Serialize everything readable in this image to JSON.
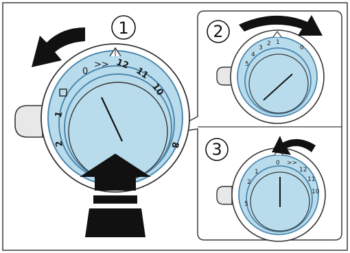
{
  "steps": {
    "step1": "1",
    "step2": "2",
    "step3": "3"
  },
  "main_dial": {
    "marks": {
      "zero": "0",
      "fast": ">>",
      "twelve": "12",
      "eleven": "11",
      "ten": "10",
      "eight": "8",
      "one": "1",
      "two": "2"
    }
  },
  "dial_2": {
    "marks": {
      "zero": "0",
      "one": "1",
      "two": "2",
      "three": "3",
      "four": "4",
      "five": "5"
    }
  },
  "dial_3": {
    "marks": {
      "zero": "0",
      "fast": ">>",
      "twelve": "12",
      "eleven": "11",
      "ten": "10",
      "one": "1",
      "two": "2",
      "five": "5"
    }
  },
  "colors": {
    "dial_fill": "#b9dcec",
    "dial_ring": "#4b86ad",
    "outline": "#333333",
    "background": "#ffffff",
    "panel_border": "#3a3a3a",
    "knob_grey": "#e8e8e8"
  },
  "icons": {
    "rotate_left": "curved-arrow-left",
    "rotate_right": "curved-arrow-right",
    "push": "push-arrow-up"
  }
}
